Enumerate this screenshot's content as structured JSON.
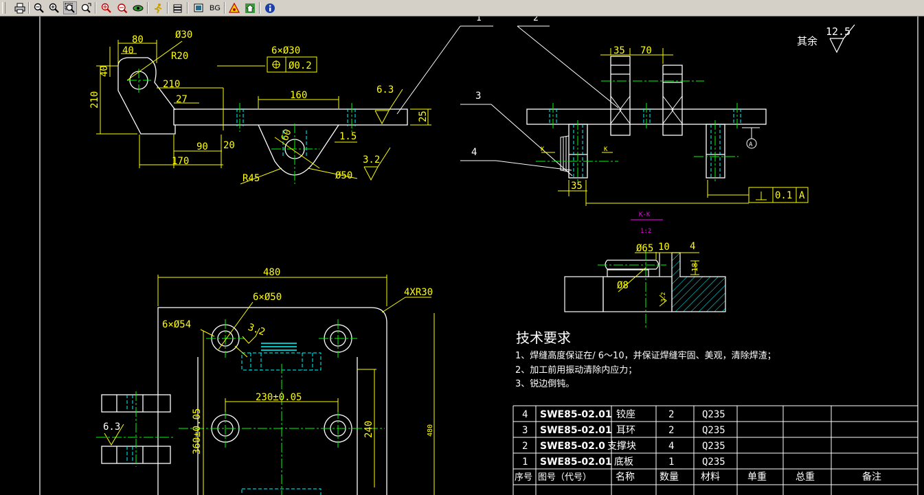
{
  "toolbar": {
    "buttons": [
      {
        "name": "print-button",
        "icon": "printer-icon"
      },
      {
        "name": "zoom-out-button",
        "icon": "zoom-out-icon"
      },
      {
        "name": "zoom-in-button",
        "icon": "zoom-in-icon"
      },
      {
        "name": "zoom-window-button",
        "icon": "zoom-window-icon",
        "pressed": true
      },
      {
        "name": "zoom-realtime-button",
        "icon": "zoom-realtime-icon"
      },
      {
        "name": "zoom-extents-button",
        "icon": "zoom-extents-icon"
      },
      {
        "name": "zoom-previous-button",
        "icon": "zoom-previous-icon"
      },
      {
        "name": "pan-button",
        "icon": "eye-icon"
      },
      {
        "name": "run-button",
        "icon": "runner-icon"
      },
      {
        "name": "layers-button",
        "icon": "layers-icon"
      },
      {
        "name": "display-button",
        "icon": "monitor-icon"
      },
      {
        "name": "background-button",
        "icon": "bg-text-icon",
        "label": "BG"
      },
      {
        "name": "warning-button",
        "icon": "warning-icon"
      },
      {
        "name": "home-button",
        "icon": "home-icon"
      },
      {
        "name": "info-button",
        "icon": "info-icon"
      }
    ]
  },
  "colors": {
    "background": "#000000",
    "geometry": "#ffffff",
    "dimension": "#ffff00",
    "center": "#00ff00",
    "hidden": "#00ffff",
    "section": "#ff00ff"
  },
  "drawing": {
    "balloons": [
      "1",
      "2",
      "3",
      "4"
    ],
    "roughness_note": "其余",
    "roughness_main": "12.5",
    "top_left_view": {
      "dims": [
        "80",
        "40",
        "Ø30",
        "R20",
        "40",
        "210",
        "210",
        "27",
        "6×Ø30",
        "Ø0.2",
        "160",
        "6.3",
        "25",
        "1.5",
        "90",
        "20",
        "170",
        "60",
        "R45",
        "Ø50",
        "3.2"
      ]
    },
    "right_view": {
      "dims": [
        "35",
        "70",
        "K",
        "K",
        "35",
        "0.1",
        "A",
        "A"
      ]
    },
    "section": {
      "label": "K-K",
      "scale": "1:2",
      "dims": [
        "Ø65",
        "10",
        "4",
        "18",
        "Ø8",
        "3.2"
      ]
    },
    "bottom_view": {
      "dims": [
        "480",
        "4XR30",
        "6×Ø50",
        "6×Ø54",
        "3.2",
        "230±0.05",
        "240",
        "360±0.05",
        "480",
        "6.3"
      ]
    }
  },
  "tech": {
    "title": "技术要求",
    "lines": [
      "1、焊缝高度保证在/ 6～10，并保证焊缝牢固、美观，清除焊渣；",
      "2、加工前用振动清除内应力；",
      "3、锐边倒钝。"
    ]
  },
  "bom": {
    "rows": [
      [
        "4",
        "SWE85-02.01",
        "铰座",
        "2",
        "Q235"
      ],
      [
        "3",
        "SWE85-02.01",
        "耳环",
        "2",
        "Q235"
      ],
      [
        "2",
        "SWE85-02.0",
        "支撑块",
        "4",
        "Q235"
      ],
      [
        "1",
        "SWE85-02.01",
        "底板",
        "1",
        "Q235"
      ]
    ],
    "header": [
      "序号",
      "图号（代号）",
      "名称",
      "数量",
      "材料",
      "单重",
      "总重",
      "备注"
    ]
  }
}
